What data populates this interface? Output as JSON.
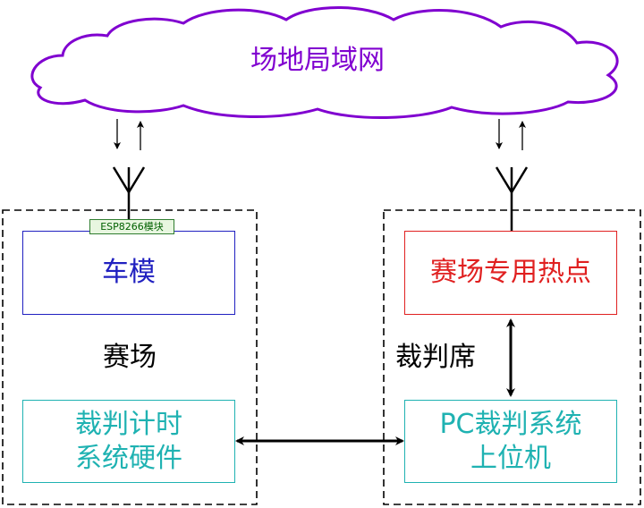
{
  "cloud": {
    "label": "场地局域网",
    "color": "#8000d0"
  },
  "left_zone": {
    "label": "赛场",
    "module_tag": "ESP8266模块",
    "car": {
      "label": "车模",
      "color": "#2020c0"
    },
    "timer_hw": {
      "line1": "裁判计时",
      "line2": "系统硬件",
      "color": "#1fb2b2"
    }
  },
  "right_zone": {
    "label": "裁判席",
    "hotspot": {
      "label": "赛场专用热点",
      "color": "#e02020"
    },
    "pc_system": {
      "line1": "PC裁判系统",
      "line2": "上位机",
      "color": "#1fb2b2"
    }
  },
  "colors": {
    "module_tag_bg": "#e8f6e0",
    "module_tag_text": "#006000",
    "module_tag_border": "#2f7d2f"
  }
}
